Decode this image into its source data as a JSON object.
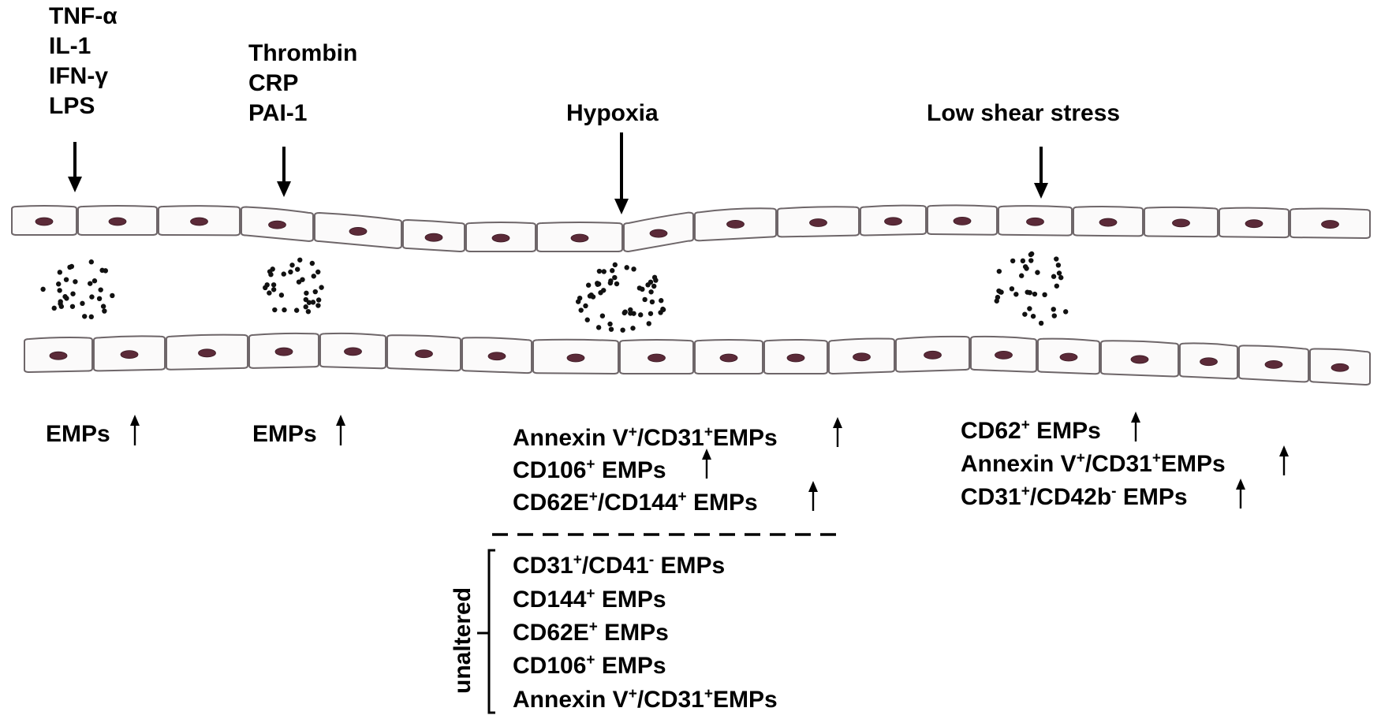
{
  "stimuli": {
    "group1": [
      "TNF-α",
      "IL-1",
      "IFN-γ",
      "LPS"
    ],
    "group2": [
      "Thrombin",
      "CRP",
      "PAI-1"
    ],
    "group3": "Hypoxia",
    "group4": "Low shear stress"
  },
  "results": {
    "group1": "EMPs",
    "group2": "EMPs",
    "hypoxia_increased": [
      "Annexin V+/CD31+EMPs",
      "CD106+ EMPs",
      "CD62E+/CD144+ EMPs"
    ],
    "hypoxia_unaltered_label": "unaltered",
    "hypoxia_unaltered": [
      "CD31+/CD41- EMPs",
      "CD144+ EMPs",
      "CD62E+ EMPs",
      "CD106+ EMPs",
      "Annexin V+/CD31+EMPs"
    ],
    "shear_increased": [
      "CD62+ EMPs",
      "Annexin V+/CD31+EMPs",
      "CD31+/CD42b- EMPs"
    ]
  },
  "colors": {
    "ink": "#000000",
    "cell_border": "#6e6669",
    "nucleus": "#5b2a38",
    "cell_fill": "#fbfafa"
  },
  "icons": {
    "stimulus_arrow": "down-arrow-icon",
    "increase_arrow": "up-arrow-icon"
  }
}
